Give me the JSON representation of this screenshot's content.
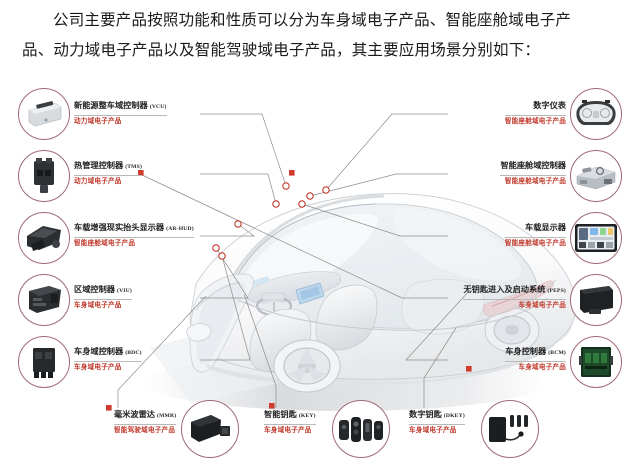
{
  "paragraph": {
    "line1": "公司主要产品按照功能和性质可以分为车身域电子产品、智能座舱域电子产",
    "line2": "品、动力域电子产品以及智能驾驶域电子产品，其主要应用场景分别如下："
  },
  "colors": {
    "accent_red": "#c0392b",
    "ring": "#9e6b74",
    "marker": "#d94a3d",
    "leader_line": "#8a8a8a",
    "rule": "#b9b9b9",
    "text": "#222222"
  },
  "figure": {
    "center_image_name": "white-sedan-cutaway-illustration",
    "left_callouts": [
      {
        "id": "vcu",
        "title": "新能源整车域控制器",
        "abbr": "(VCU)",
        "category": "动力域电子产品",
        "thumb": "ecu-box-silver"
      },
      {
        "id": "tms",
        "title": "热管理控制器",
        "abbr": "(TMS)",
        "category": "动力域电子产品",
        "thumb": "thermal-controller-black"
      },
      {
        "id": "arhud",
        "title": "车载增强现实抬头显示器",
        "abbr": "(AR-HUD)",
        "category": "智能座舱域电子产品",
        "thumb": "ar-hud-module"
      },
      {
        "id": "viu",
        "title": "区域控制器",
        "abbr": "(VIU)",
        "category": "车身域电子产品",
        "thumb": "zone-controller-black"
      },
      {
        "id": "bdc",
        "title": "车身域控制器",
        "abbr": "(BDC)",
        "category": "车身域电子产品",
        "thumb": "body-domain-controller-black"
      }
    ],
    "right_callouts": [
      {
        "id": "cluster",
        "title": "数字仪表",
        "abbr": "",
        "category": "智能座舱域电子产品",
        "thumb": "digital-instrument-cluster"
      },
      {
        "id": "cockpit-dc",
        "title": "智能座舱域控制器",
        "abbr": "",
        "category": "智能座舱域电子产品",
        "thumb": "cockpit-domain-controller"
      },
      {
        "id": "display",
        "title": "车载显示器",
        "abbr": "",
        "category": "智能座舱域电子产品",
        "thumb": "in-car-display-screen"
      },
      {
        "id": "peps",
        "title": "无钥匙进入及启动系统",
        "abbr": "(PEPS)",
        "category": "车身域电子产品",
        "thumb": "peps-module-black"
      },
      {
        "id": "bcm",
        "title": "车身控制器",
        "abbr": "(BCM)",
        "category": "车身域电子产品",
        "thumb": "bcm-green-pcb"
      }
    ],
    "bottom_callouts": [
      {
        "id": "mmr",
        "title": "毫米波雷达",
        "abbr": "(MMR)",
        "category": "智能驾驶域电子产品",
        "thumb": "millimeter-wave-radar"
      },
      {
        "id": "key",
        "title": "智能钥匙",
        "abbr": "(KEY)",
        "category": "车身域电子产品",
        "thumb": "smart-key-fobs"
      },
      {
        "id": "dkey",
        "title": "数字钥匙",
        "abbr": "(DKEY)",
        "category": "车身域电子产品",
        "thumb": "digital-key-phone"
      }
    ]
  }
}
